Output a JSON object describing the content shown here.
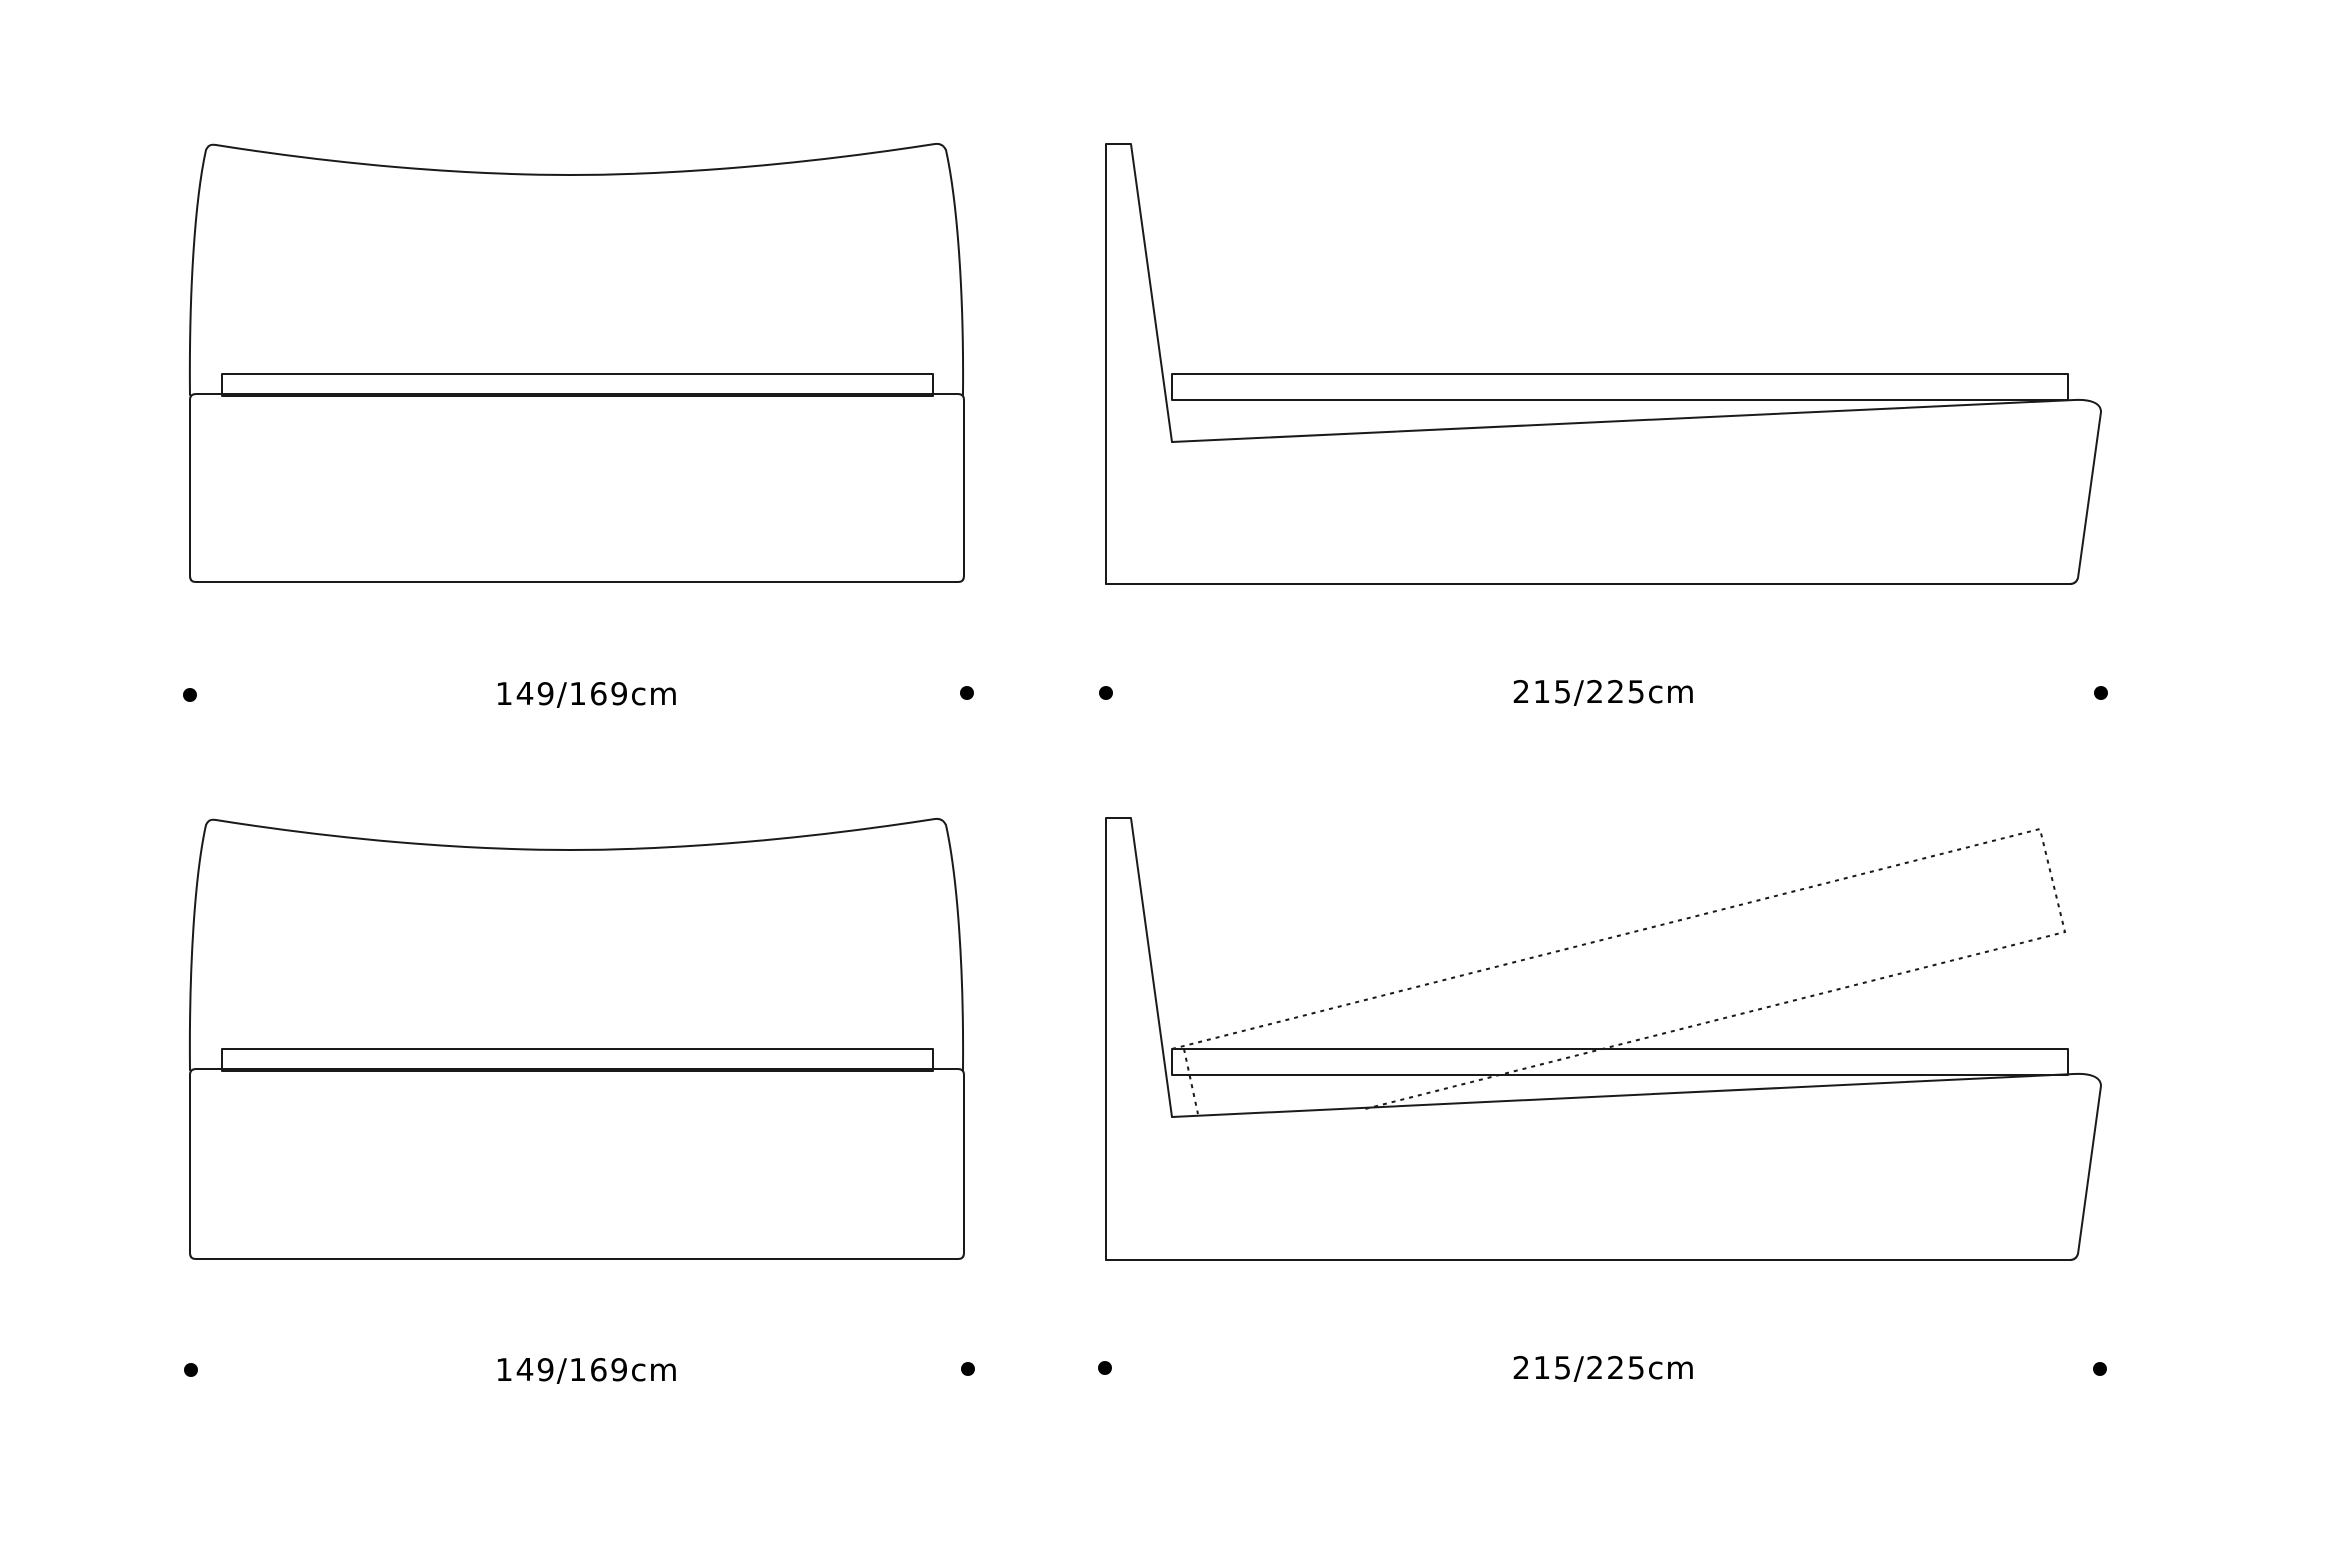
{
  "views": [
    {
      "id": "front-closed",
      "dimension": "149/169cm"
    },
    {
      "id": "side-closed",
      "dimension": "215/225cm"
    },
    {
      "id": "front-storage",
      "dimension": "149/169cm"
    },
    {
      "id": "side-storage-open",
      "dimension": "215/225cm"
    }
  ],
  "colors": {
    "line": "#1a1a1a",
    "background": "#ffffff"
  }
}
